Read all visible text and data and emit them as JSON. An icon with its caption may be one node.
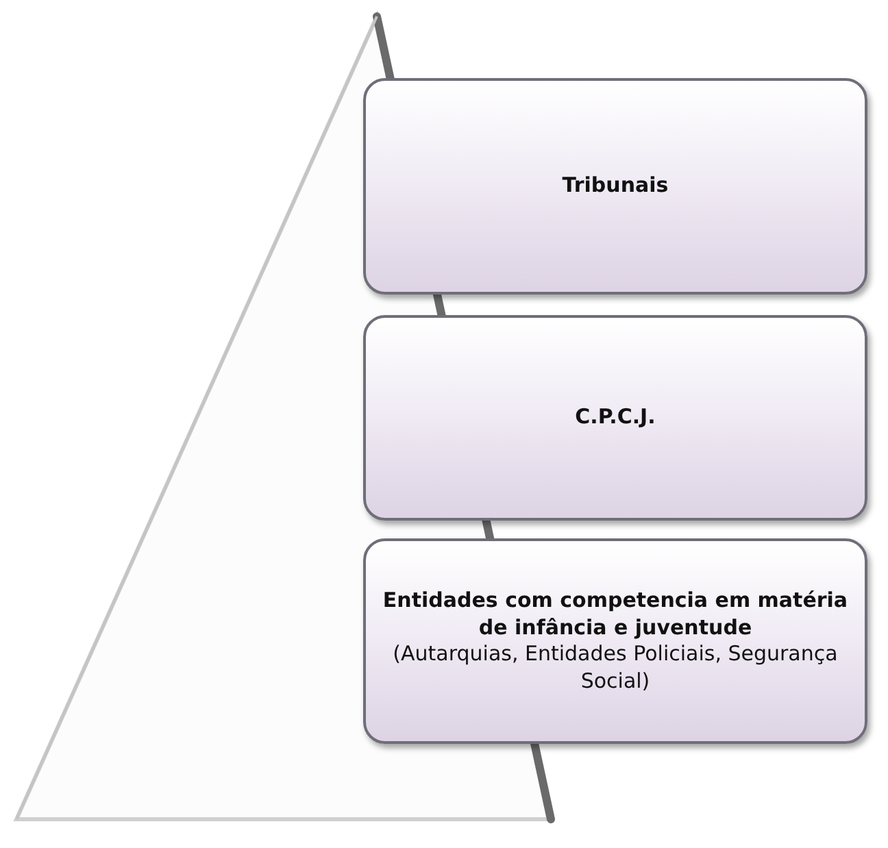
{
  "diagram": {
    "nodes": [
      {
        "text": [
          "Tribunais"
        ]
      },
      {
        "text": [
          "C.P.C.J."
        ]
      },
      {
        "text": [
          "Entidades com competencia em matéria de infância e juventude",
          "(Autarquias, Entidades Policiais, Segurança Social)"
        ]
      }
    ]
  }
}
